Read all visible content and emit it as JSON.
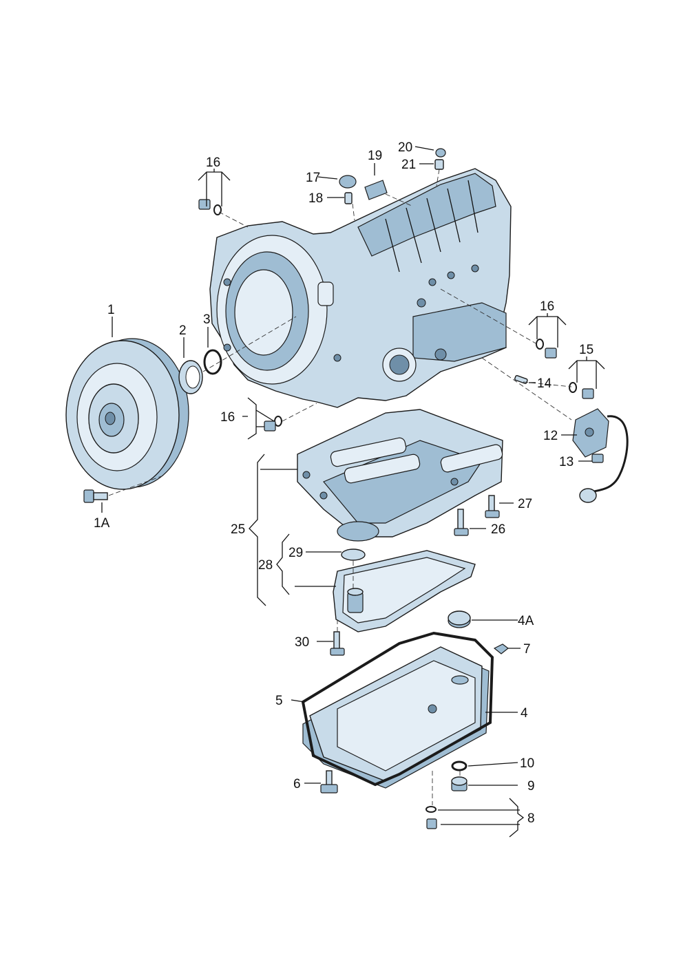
{
  "callouts": {
    "c1": "1",
    "c1A": "1A",
    "c2": "2",
    "c3": "3",
    "c4": "4",
    "c4A": "4A",
    "c5": "5",
    "c6": "6",
    "c7": "7",
    "c8": "8",
    "c9": "9",
    "c10": "10",
    "c12": "12",
    "c13": "13",
    "c14": "14",
    "c15": "15",
    "c16a": "16",
    "c16b": "16",
    "c16c": "16",
    "c17": "17",
    "c18": "18",
    "c19": "19",
    "c20": "20",
    "c21": "21",
    "c25": "25",
    "c26": "26",
    "c27": "27",
    "c28": "28",
    "c29": "29",
    "c30": "30"
  },
  "colors": {
    "part_fill": "#c8dbe9",
    "part_shade": "#9fbdd3",
    "outline": "#1b1b1b"
  }
}
